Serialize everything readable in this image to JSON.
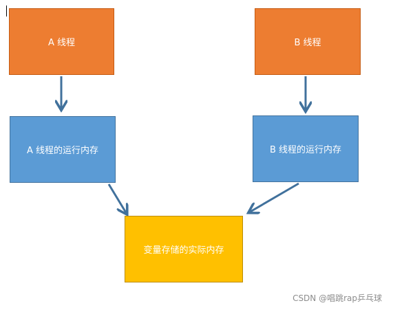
{
  "colors": {
    "thread_box": "#ED7D31",
    "memory_box": "#5B9BD5",
    "actual_memory_box": "#FFC000",
    "arrow": "#41719C"
  },
  "nodes": {
    "a_thread": "A 线程",
    "b_thread": "B 线程",
    "a_runtime_memory": "A 线程的运行内存",
    "b_runtime_memory": "B 线程的运行内存",
    "actual_memory": "变量存储的实际内存"
  },
  "watermark": "CSDN @唱跳rap乒乓球"
}
